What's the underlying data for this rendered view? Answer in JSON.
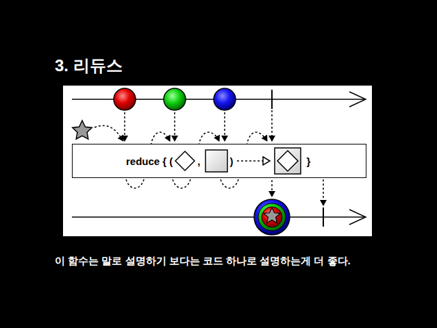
{
  "diagram": {
    "title": "3. 리듀스",
    "caption": "이 함수는 말로 설명하기 보다는 코드 하나로 설명하는게 더 좋다.",
    "nodes": [
      {
        "text": [
          "reduce { (",
          ",",
          ")",
          "}"
        ]
      }
    ]
  }
}
